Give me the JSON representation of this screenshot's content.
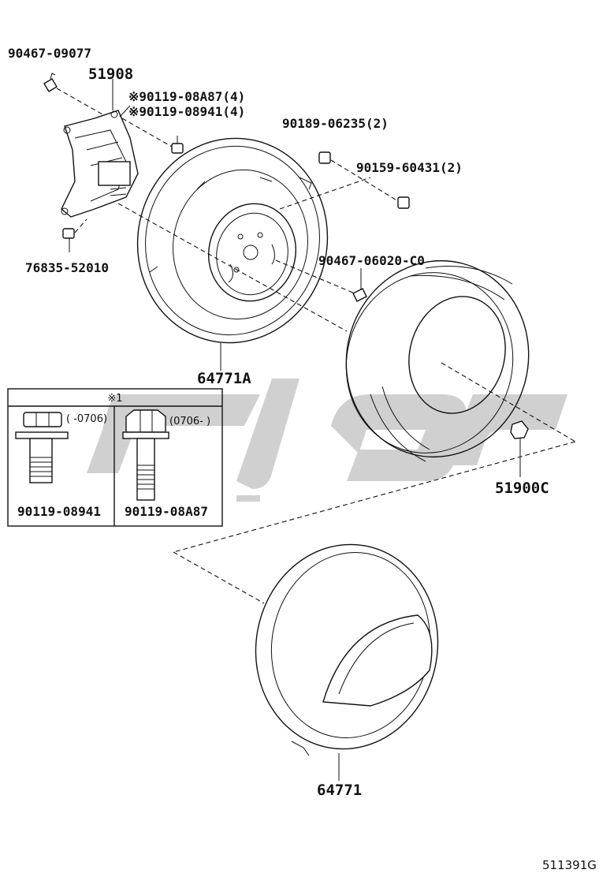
{
  "parts": {
    "p_90467_09077": "90467-09077",
    "p_51908": "51908",
    "p_90119_08A87_ref": "※90119-08A87(4)",
    "p_90119_08941_ref": "※90119-08941(4)",
    "p_90189_06235": "90189-06235(2)",
    "p_90159_60431": "90159-60431(2)",
    "p_76835_52010": "76835-52010",
    "p_90467_06020": "90467-06020-C0",
    "p_64771A": "64771A",
    "p_51900C": "51900C",
    "p_64771": "64771"
  },
  "inset": {
    "header": "※1",
    "left_range": "( -0706)",
    "right_range": "(0706-  )",
    "left_part": "90119-08941",
    "right_part": "90119-08A87"
  },
  "diagram_code": "511391G",
  "watermark_color": "#c8c8c8"
}
